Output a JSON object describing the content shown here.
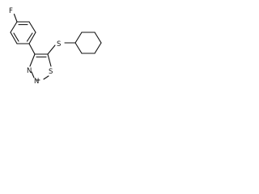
{
  "molecule": {
    "atoms": {
      "fluorine": "F",
      "sulfur_thioether": "S",
      "ring_n_left": "N",
      "ring_n_right": "N",
      "ring_s": "S"
    },
    "colors": {
      "bond": "#111111",
      "background": "#ffffff"
    }
  }
}
